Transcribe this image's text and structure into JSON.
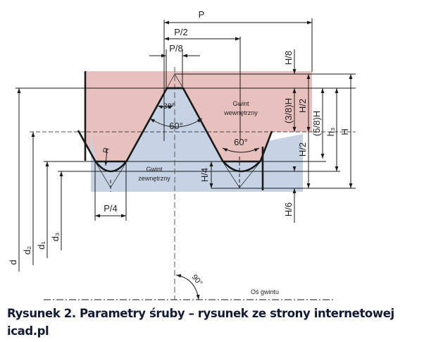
{
  "colors": {
    "internal_fill": "#e8c0bd",
    "external_fill": "#c5d3e4",
    "line": "#1a1a1a"
  },
  "labels": {
    "P": "P",
    "P2": "P/2",
    "P8": "P/8",
    "P4": "P/4",
    "H8": "H/8",
    "H38": "(3/8)H",
    "H2a": "H/2",
    "H58": "(5/8)H",
    "h3": "h₃",
    "H": "H",
    "H2b": "H/2",
    "H4": "H/4",
    "H6": "H/6",
    "angle30": "30°",
    "angle60a": "60°",
    "angle60b": "60°",
    "angle90": "90°",
    "R": "R",
    "internal_1": "Gwint",
    "internal_2": "wewnętrzny",
    "external_1": "Gwint",
    "external_2": "zewnętrzny",
    "d": "d",
    "d2": "d₂",
    "d1": "d₁",
    "d3": "d₃",
    "axis": "Oś gwintu"
  },
  "caption": "Rysunek 2. Parametry śruby – rysunek ze strony internetowej icad.pl"
}
